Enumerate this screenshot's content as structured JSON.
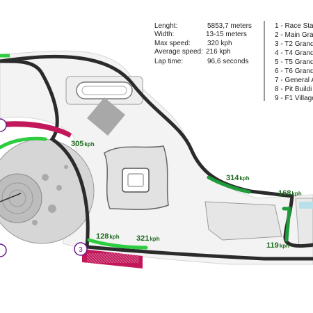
{
  "stats": {
    "length_label": "Lenght:",
    "length_value": "5853,7 meters",
    "width_label": "Width:",
    "width_value": "13-15 meters",
    "max_speed_label": "Max speed:",
    "max_speed_value": "320 kph",
    "avg_speed_label": "Average speed:",
    "avg_speed_value": "216 kph",
    "lap_time_label": "Lap time:",
    "lap_time_value": "96,6 seconds"
  },
  "legend": [
    "1 - Race Sta",
    "2 - Main Gra",
    "3 - T2 Grand",
    "4 - T4 Grand",
    "5 - T5 Grand",
    "6 - T6 Grand",
    "7 - General A",
    "8 - Pit Buildi",
    "9 - F1 Village"
  ],
  "speeds": [
    {
      "value": "305",
      "unit": "kph"
    },
    {
      "value": "314",
      "unit": "kph"
    },
    {
      "value": "168",
      "unit": "kph"
    },
    {
      "value": "119",
      "unit": "kph"
    },
    {
      "value": "128",
      "unit": "kph"
    },
    {
      "value": "321",
      "unit": "kph"
    }
  ],
  "markers": [
    "3"
  ],
  "colors": {
    "track": "#2b2b2b",
    "speed_zone": "#2ecc40",
    "grandstand": "#c2185b",
    "marker": "#6a1a8a"
  }
}
